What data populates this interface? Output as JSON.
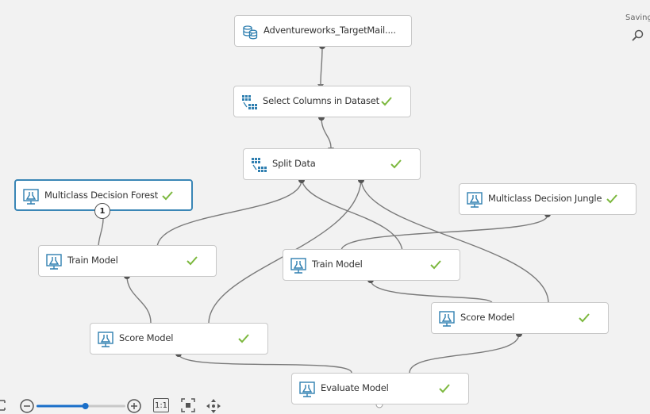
{
  "status": {
    "saving": "Saving..."
  },
  "modules": {
    "dataset": {
      "label": "Adventureworks_TargetMail....",
      "icon": "database-icon",
      "completed": false
    },
    "select_columns": {
      "label": "Select Columns in Dataset",
      "icon": "table-transform-icon",
      "completed": true
    },
    "split_data": {
      "label": "Split Data",
      "icon": "table-transform-icon",
      "completed": true
    },
    "forest": {
      "label": "Multiclass Decision Forest",
      "icon": "model-flask-icon",
      "completed": true
    },
    "jungle": {
      "label": "Multiclass Decision Jungle",
      "icon": "model-flask-icon",
      "completed": true
    },
    "train_left": {
      "label": "Train Model",
      "icon": "model-flask-icon",
      "completed": true
    },
    "train_right": {
      "label": "Train Model",
      "icon": "model-flask-icon",
      "completed": true
    },
    "score_left": {
      "label": "Score Model",
      "icon": "model-flask-icon",
      "completed": true
    },
    "score_right": {
      "label": "Score Model",
      "icon": "model-flask-icon",
      "completed": true
    },
    "evaluate": {
      "label": "Evaluate Model",
      "icon": "model-flask-icon",
      "completed": true
    }
  },
  "port_badge": "1",
  "toolbar": {
    "zoom_level": 0.55,
    "actual_size_label": "1:1"
  },
  "colors": {
    "check": "#7cb83e",
    "icon": "#2f7fb0",
    "connector": "#777777",
    "selected_border": "#3a86b6",
    "slider": "#1a6fc9"
  }
}
